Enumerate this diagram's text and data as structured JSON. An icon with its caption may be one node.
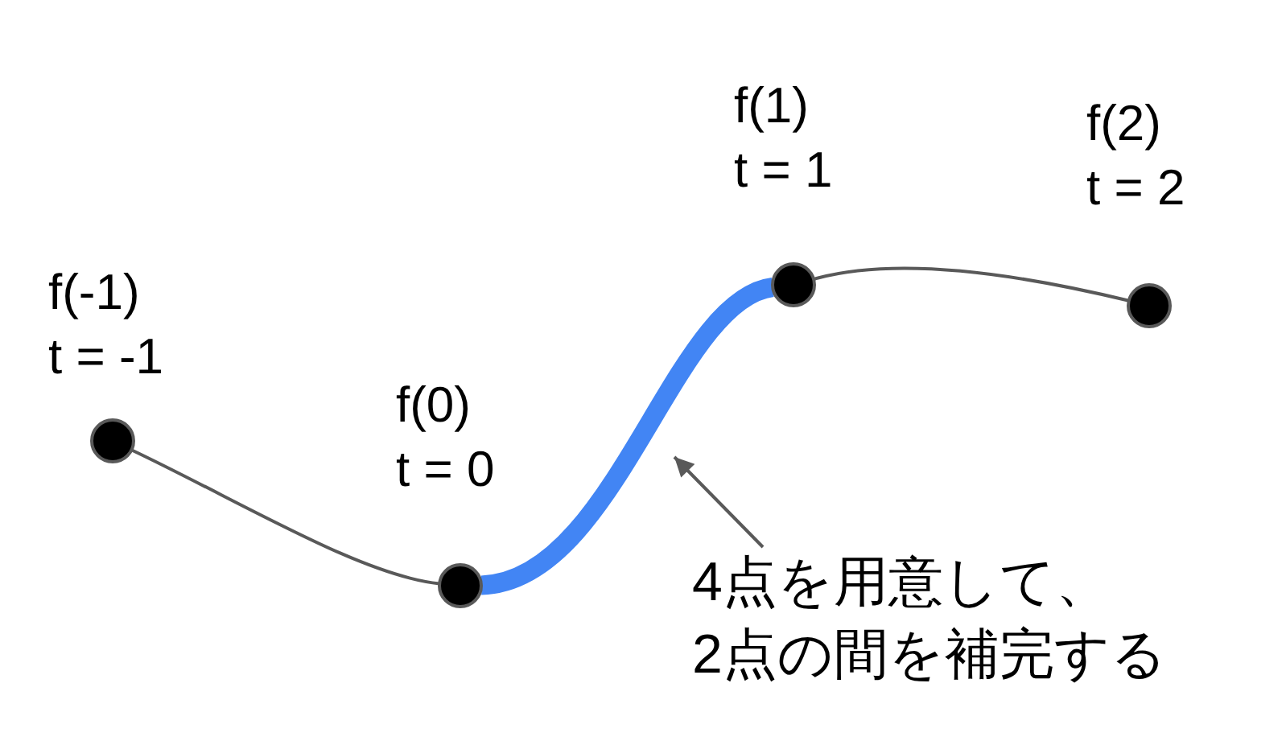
{
  "diagram": {
    "nodes": [
      {
        "text": [],
        "shape": "circle",
        "beside": [
          "f(-1)",
          "t = -1"
        ]
      },
      {
        "text": [],
        "shape": "circle",
        "beside": [
          "f(0)",
          "t = 0"
        ]
      },
      {
        "text": [],
        "shape": "circle",
        "beside": [
          "f(1)",
          "t = 1"
        ]
      },
      {
        "text": [],
        "shape": "circle",
        "beside": [
          "f(2)",
          "t = 2"
        ]
      },
      {
        "text": [
          "4点を用意して、2点の間を補完する"
        ]
      }
    ],
    "edges": [
      {
        "from": 0,
        "to": 1,
        "arrow": "none"
      },
      {
        "from": 1,
        "to": 2,
        "arrow": "none",
        "style": "thick",
        "color": "#4285f4"
      },
      {
        "from": 2,
        "to": 3,
        "arrow": "none"
      },
      {
        "from": 4,
        "to": null,
        "arrow": "to"
      }
    ]
  }
}
